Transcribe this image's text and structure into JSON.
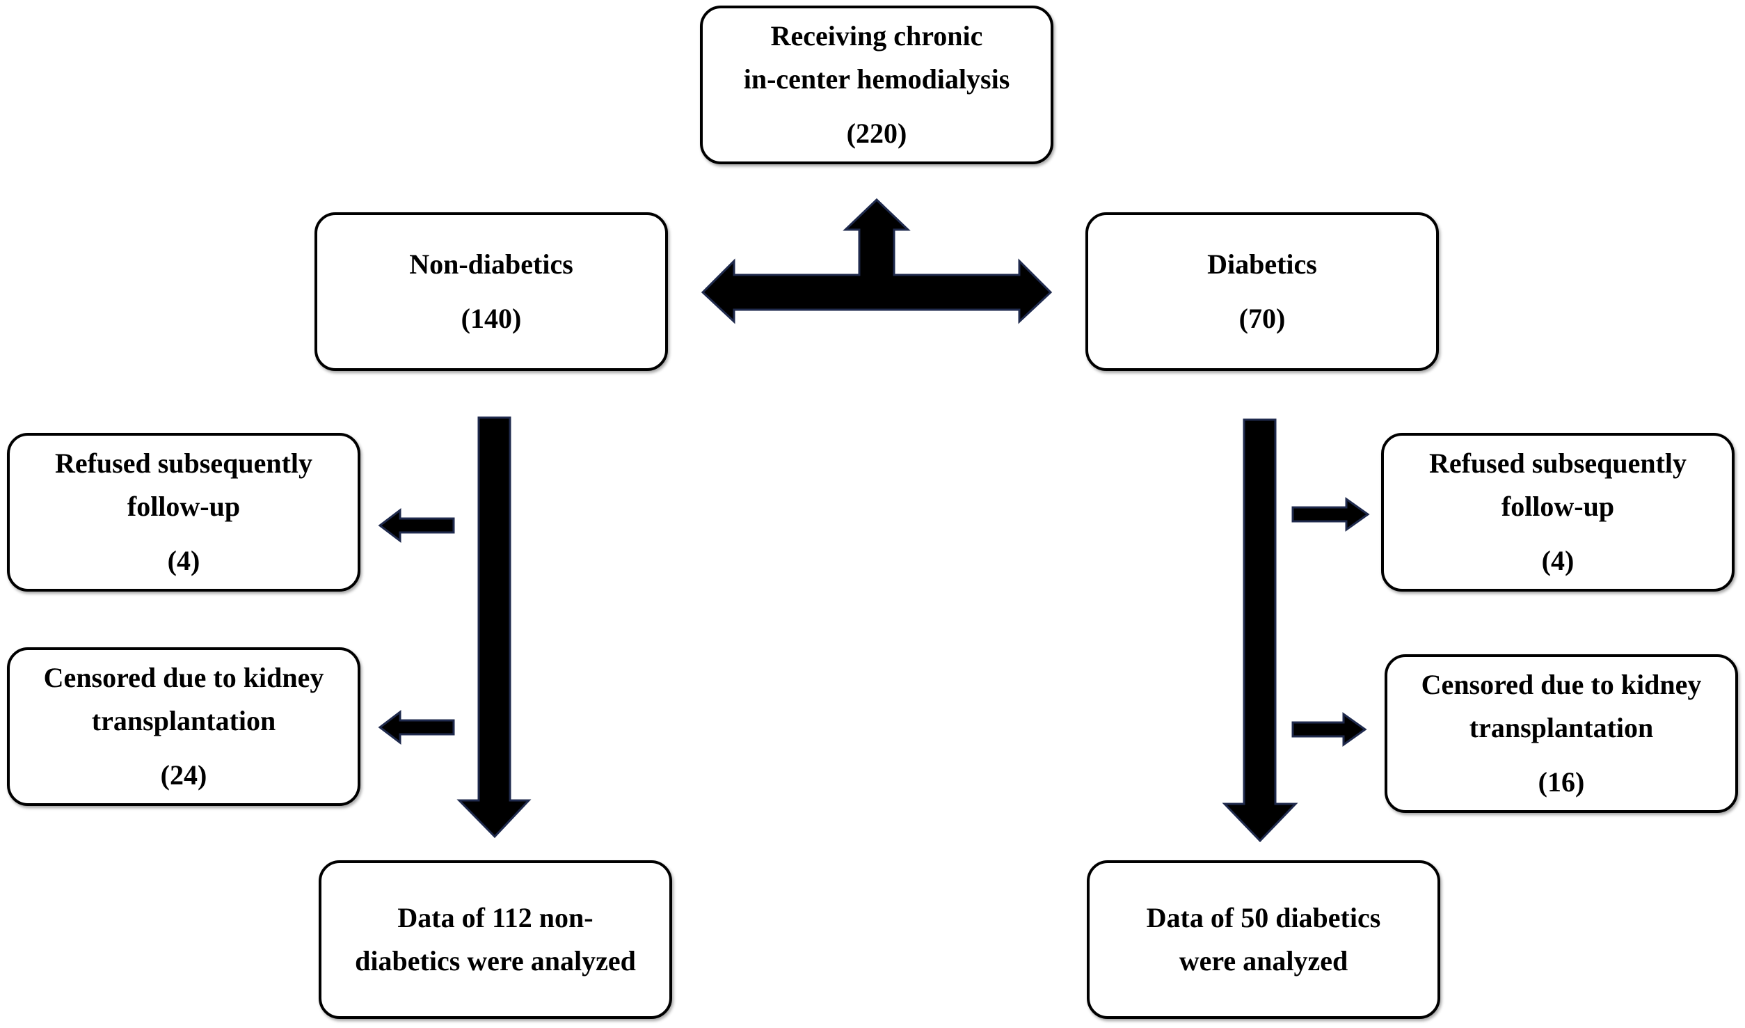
{
  "nodes": {
    "top": {
      "line1": "Receiving chronic",
      "line2": "in-center hemodialysis",
      "count": "(220)"
    },
    "left_group": {
      "label": "Non-diabetics",
      "count": "(140)"
    },
    "right_group": {
      "label": "Diabetics",
      "count": "(70)"
    },
    "left_refused": {
      "line1": "Refused subsequently",
      "line2": "follow-up",
      "count": "(4)"
    },
    "left_censored": {
      "line1": "Censored due to kidney",
      "line2": "transplantation",
      "count": "(24)"
    },
    "right_refused": {
      "line1": "Refused subsequently",
      "line2": "follow-up",
      "count": "(4)"
    },
    "right_censored": {
      "line1": "Censored due to kidney",
      "line2": "transplantation",
      "count": "(16)"
    },
    "left_result": {
      "line1": "Data of 112 non-",
      "line2": "diabetics were analyzed"
    },
    "right_result": {
      "line1": "Data of 50 diabetics",
      "line2": "were analyzed"
    }
  },
  "colors": {
    "arrow": "#000000",
    "arrow_outline": "#1f2a4d",
    "box_border": "#000000"
  }
}
